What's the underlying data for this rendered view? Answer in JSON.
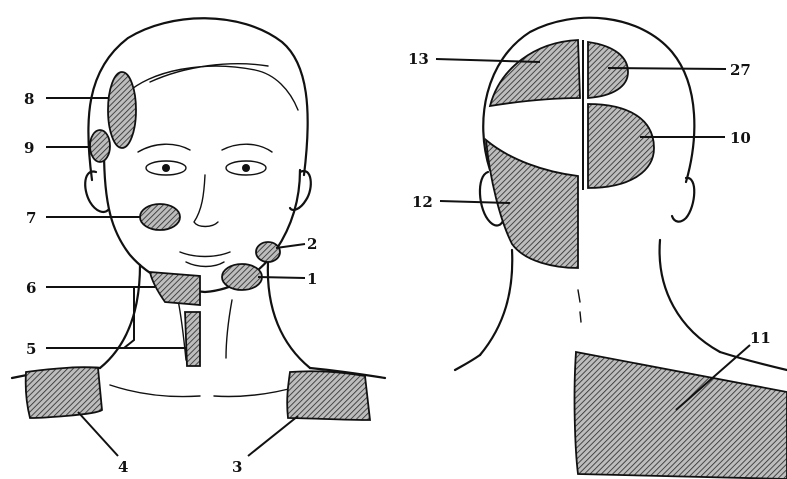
{
  "diagram": {
    "front_view": {
      "labels": [
        {
          "id": "l8",
          "text": "8"
        },
        {
          "id": "l9",
          "text": "9"
        },
        {
          "id": "l7",
          "text": "7"
        },
        {
          "id": "l6",
          "text": "6"
        },
        {
          "id": "l5",
          "text": "5"
        },
        {
          "id": "l4",
          "text": "4"
        },
        {
          "id": "l3",
          "text": "3"
        },
        {
          "id": "l2",
          "text": "2"
        },
        {
          "id": "l1",
          "text": "1"
        }
      ]
    },
    "back_view": {
      "labels": [
        {
          "id": "l13",
          "text": "13"
        },
        {
          "id": "l27",
          "text": "27"
        },
        {
          "id": "l10",
          "text": "10"
        },
        {
          "id": "l12",
          "text": "12"
        },
        {
          "id": "l11",
          "text": "11"
        }
      ]
    }
  }
}
